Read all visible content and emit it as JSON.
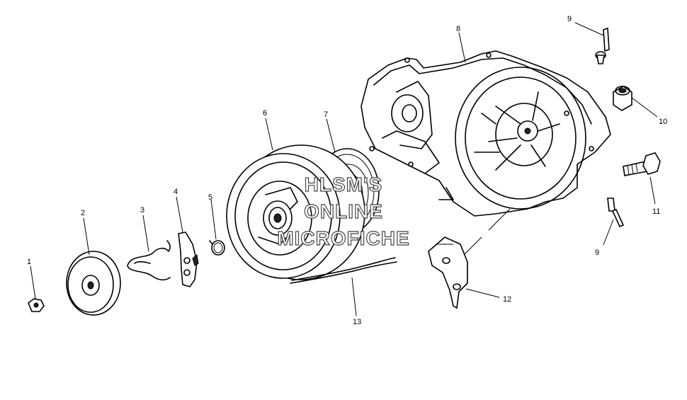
{
  "watermark": {
    "line1": "HLSM'S",
    "line2": "ONLINE",
    "line3": "MICROFICHE"
  },
  "callouts": [
    {
      "id": "1",
      "label": "1"
    },
    {
      "id": "2",
      "label": "2"
    },
    {
      "id": "3",
      "label": "3"
    },
    {
      "id": "4",
      "label": "4"
    },
    {
      "id": "5",
      "label": "5"
    },
    {
      "id": "6",
      "label": "6"
    },
    {
      "id": "7",
      "label": "7"
    },
    {
      "id": "8",
      "label": "8"
    },
    {
      "id": "9a",
      "label": "9"
    },
    {
      "id": "9b",
      "label": "9"
    },
    {
      "id": "10",
      "label": "10"
    },
    {
      "id": "11",
      "label": "11"
    },
    {
      "id": "12",
      "label": "12"
    },
    {
      "id": "13",
      "label": "13"
    }
  ]
}
